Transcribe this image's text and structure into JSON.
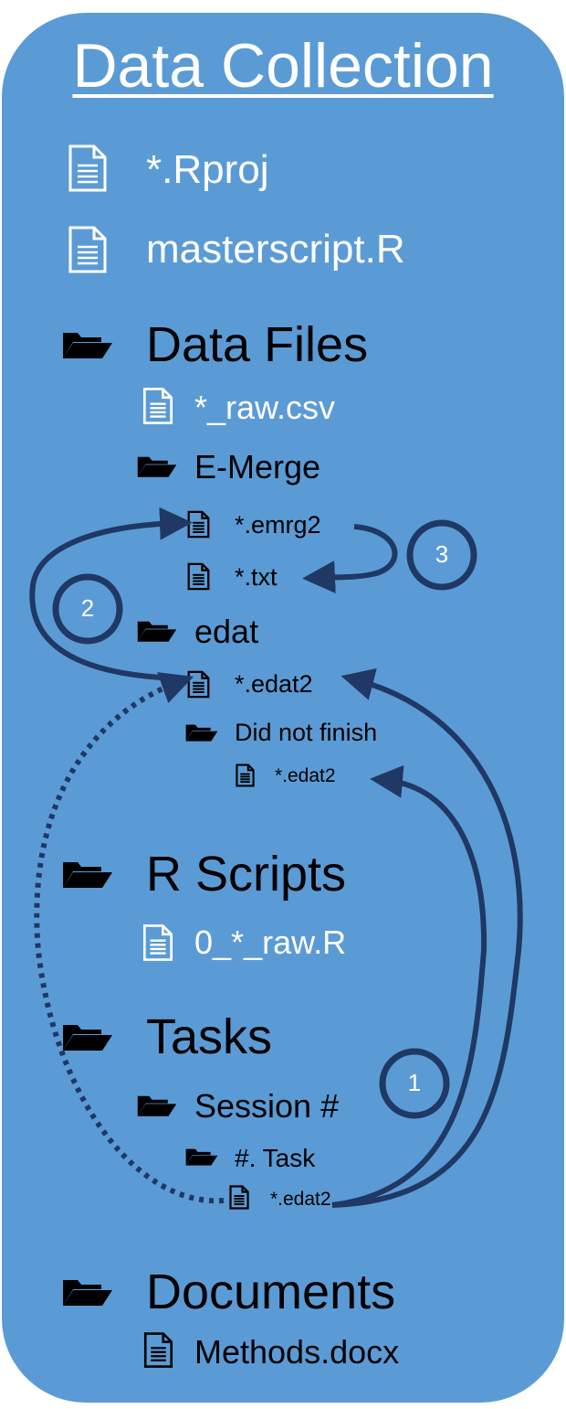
{
  "title": "Data Collection",
  "items": {
    "rproj": "*.Rproj",
    "masterscript": "masterscript.R",
    "data_files": "Data Files",
    "raw_csv": "*_raw.csv",
    "emerge": "E-Merge",
    "emrg2": "*.emrg2",
    "txt": "*.txt",
    "edat": "edat",
    "edat2_main": "*.edat2",
    "did_not_finish": "Did not finish",
    "edat2_dnf": "*.edat2",
    "r_scripts": "R Scripts",
    "raw_r": "0_*_raw.R",
    "tasks": "Tasks",
    "session": "Session #",
    "task": "#. Task",
    "edat2_task": "*.edat2",
    "documents": "Documents",
    "methods": "Methods.docx"
  },
  "steps": {
    "one": "1",
    "two": "2",
    "three": "3"
  },
  "colors": {
    "panel": "#5b9bd5",
    "arrow": "#203864",
    "text_light": "#ffffff",
    "text_dark": "#000000"
  },
  "icons": {
    "file": "file-icon",
    "folder": "folder-open-icon"
  }
}
